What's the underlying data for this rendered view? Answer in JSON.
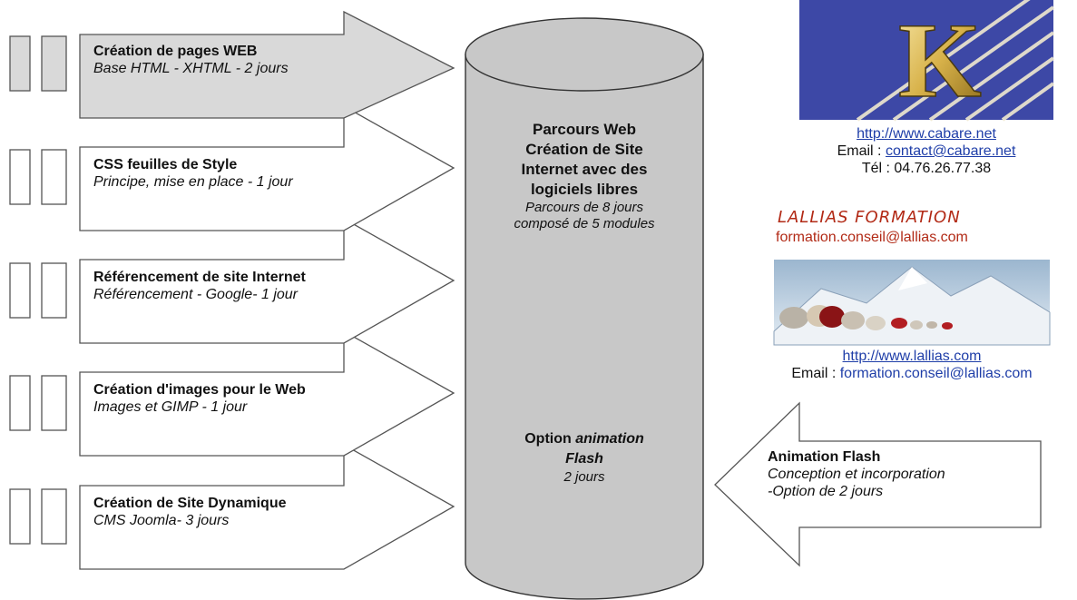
{
  "modules": [
    {
      "title": "Création de pages WEB",
      "subtitle": "Base HTML - XHTML - 2 jours"
    },
    {
      "title": "CSS feuilles de Style",
      "subtitle": "Principe, mise en place - 1 jour"
    },
    {
      "title": "Référencement de site Internet",
      "subtitle": "Référencement - Google- 1 jour"
    },
    {
      "title": "Création d'images pour le Web",
      "subtitle": "Images et GIMP - 1 jour"
    },
    {
      "title": "Création de Site Dynamique",
      "subtitle": "CMS Joomla- 3 jours"
    }
  ],
  "cylinder": {
    "title_lines": [
      "Parcours Web",
      "Création de Site",
      "Internet avec des",
      "logiciels libres"
    ],
    "subtitle_lines": [
      "Parcours de 8 jours",
      "composé de 5 modules"
    ],
    "option_prefix": "Option",
    "option_em": "animation",
    "option_em2": "Flash",
    "option_duration": "2 jours"
  },
  "flash": {
    "title": "Animation Flash",
    "subtitle_1": "Conception et incorporation",
    "subtitle_2": "-Option de  2 jours"
  },
  "cabare": {
    "logo_letter": "K",
    "url": "http://www.cabare.net",
    "email_label": "Email :",
    "email": "contact@cabare.net",
    "tel": "Tél : 04.76.26.77.38"
  },
  "lallias": {
    "name": "LALLIAS FORMATION",
    "logo_email": "formation.conseil@lallias.com",
    "url": "http://www.lallias.com",
    "email_label": "Email :",
    "email": "formation.conseil@lallias.com"
  },
  "colors": {
    "cylinder": "#c8c8c8",
    "first_arrow": "#d9d9d9",
    "link": "#1f3ea8",
    "cabare_blue": "#3d48a6",
    "lallias_red": "#b22a16"
  }
}
